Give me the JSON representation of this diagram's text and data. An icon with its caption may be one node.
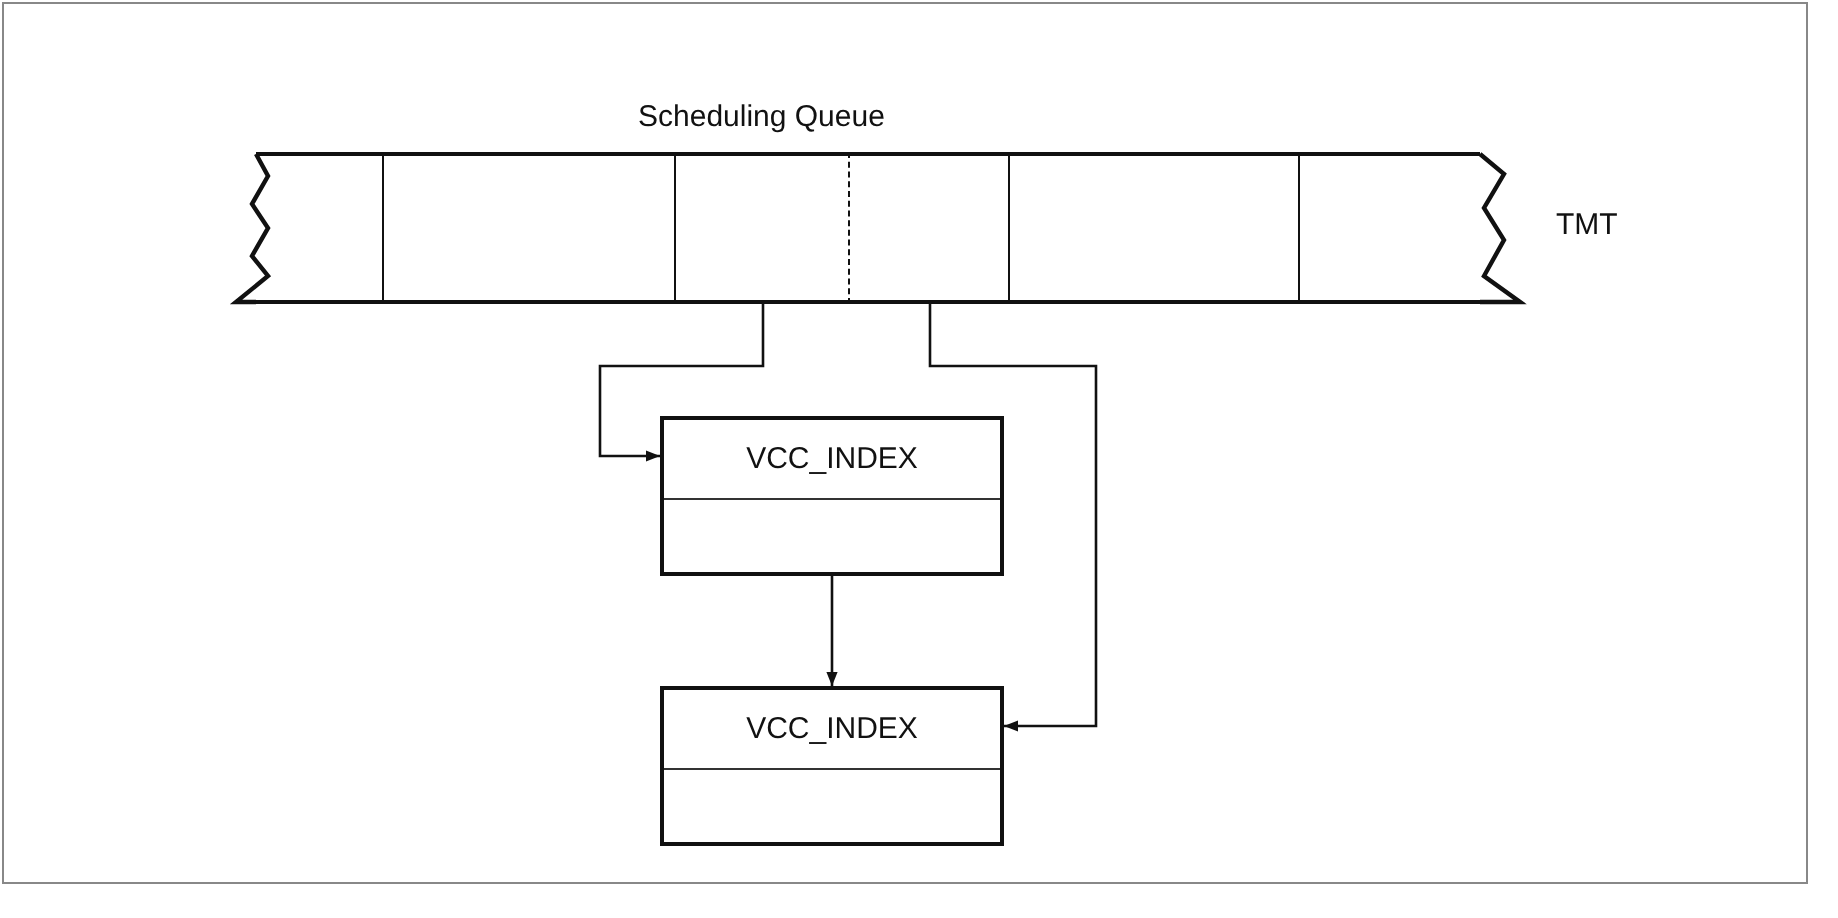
{
  "diagram": {
    "nodes": [
      {
        "text": [
          "Scheduling Queue"
        ],
        "beside": [
          "TMT"
        ]
      },
      {
        "text": [],
        "shape": "box",
        "in": 0
      },
      {
        "text": [],
        "shape": "box",
        "in": 0
      },
      {
        "text": [],
        "shape": "box",
        "in": 0
      },
      {
        "text": [],
        "shape": "box",
        "in": 0
      },
      {
        "text": [],
        "shape": "box",
        "in": 0
      },
      {
        "text": [],
        "shape": "box",
        "in": 0
      },
      {
        "text": [
          "VCC_INDEX"
        ]
      },
      {
        "text": [
          "VCC_INDEX"
        ]
      }
    ],
    "edges": [
      {
        "from": 3,
        "to": 7,
        "arrow": "to"
      },
      {
        "from": 7,
        "to": 8,
        "arrow": "to"
      },
      {
        "from": 4,
        "to": 8,
        "arrow": "to"
      }
    ]
  }
}
